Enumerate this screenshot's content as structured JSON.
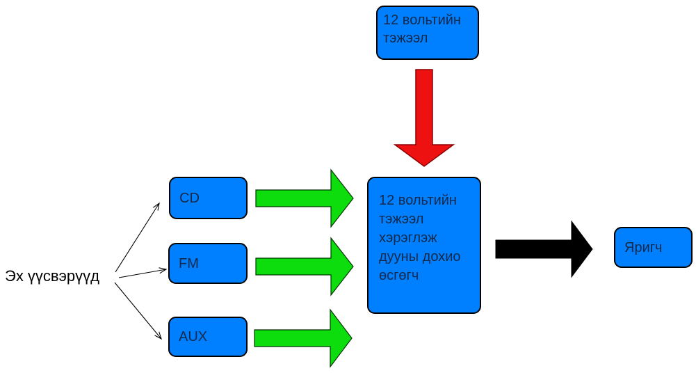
{
  "diagram": {
    "title": "12V audio amplifier block diagram",
    "boxes": {
      "power_supply": {
        "label": "12 вольтийн\nтэжээл"
      },
      "amplifier": {
        "label": "12 вольтийн\nтэжээл\nхэрэглэж\nдууны дохио\nөсгөгч"
      },
      "cd": {
        "label": "CD"
      },
      "fm": {
        "label": "FM"
      },
      "aux": {
        "label": "AUX"
      },
      "speaker": {
        "label": "Яригч"
      }
    },
    "labels": {
      "sources": "Эх үүсвэрүүд"
    },
    "arrows": [
      {
        "name": "power-to-amplifier",
        "style": "block",
        "color_key": "arrow_red",
        "from": "power_supply",
        "to": "amplifier",
        "direction": "down"
      },
      {
        "name": "cd-to-amplifier",
        "style": "block",
        "color_key": "arrow_green",
        "from": "cd",
        "to": "amplifier",
        "direction": "right"
      },
      {
        "name": "fm-to-amplifier",
        "style": "block",
        "color_key": "arrow_green",
        "from": "fm",
        "to": "amplifier",
        "direction": "right"
      },
      {
        "name": "aux-to-amplifier",
        "style": "block",
        "color_key": "arrow_green",
        "from": "aux",
        "to": "amplifier",
        "direction": "right"
      },
      {
        "name": "amplifier-to-speaker",
        "style": "block",
        "color_key": "arrow_black",
        "from": "amplifier",
        "to": "speaker",
        "direction": "right"
      },
      {
        "name": "sources-to-cd",
        "style": "thin-line",
        "color_key": "line_color",
        "from": "sources-label",
        "to": "cd",
        "direction": "up-right"
      },
      {
        "name": "sources-to-fm",
        "style": "thin-line",
        "color_key": "line_color",
        "from": "sources-label",
        "to": "fm",
        "direction": "right"
      },
      {
        "name": "sources-to-aux",
        "style": "thin-line",
        "color_key": "line_color",
        "from": "sources-label",
        "to": "aux",
        "direction": "down-right"
      }
    ],
    "colors": {
      "canvas_bg": "#ffffff",
      "box_fill": "#0080ff",
      "box_border": "#000000",
      "box_text": "#15294a",
      "label_text": "#000000",
      "arrow_green": "#0ddd0d",
      "arrow_green_border": "#003300",
      "arrow_red": "#ee1111",
      "arrow_red_border": "#8b0000",
      "arrow_black": "#000000",
      "line_color": "#000000"
    }
  }
}
